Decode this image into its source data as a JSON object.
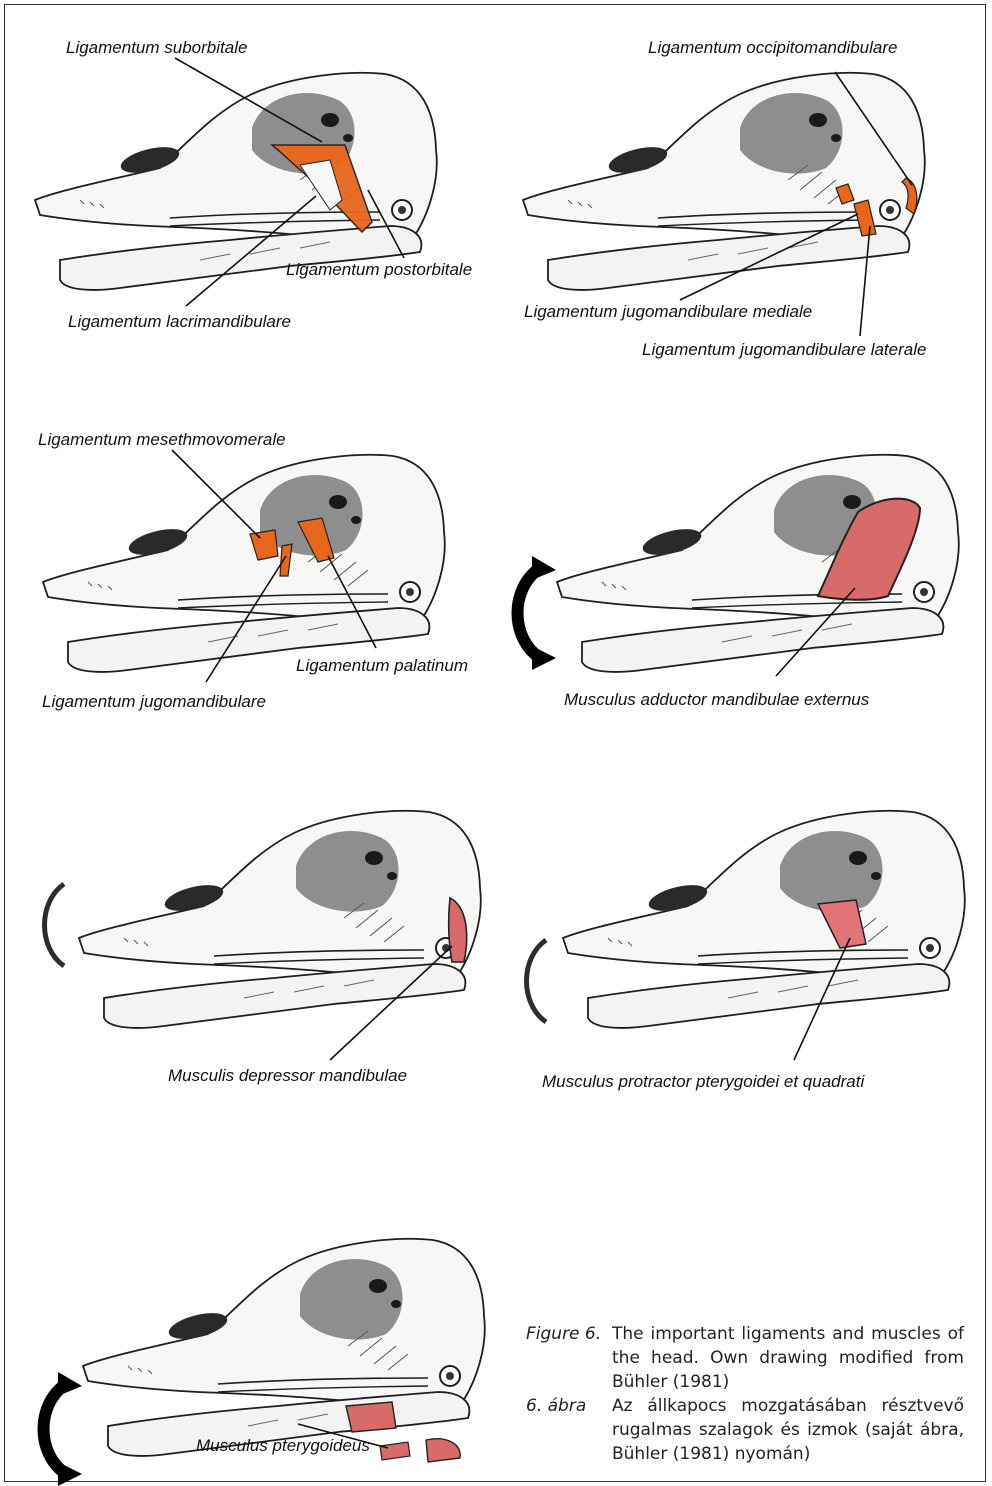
{
  "labels": {
    "suborbitale": "Ligamentum suborbitale",
    "postorbitale": "Ligamentum postorbitale",
    "lacrimandibulare": "Ligamentum lacrimandibulare",
    "occipitomandibulare": "Ligamentum occipitomandibulare",
    "jugomandibulare_mediale": "Ligamentum jugomandibulare mediale",
    "jugomandibulare_laterale": "Ligamentum jugomandibulare laterale",
    "mesethmovomerale": "Ligamentum mesethmovomerale",
    "palatinum": "Ligamentum palatinum",
    "jugomandibulare": "Ligamentum jugomandibulare",
    "adductor": "Musculus adductor mandibulae externus",
    "depressor": "Musculis depressor mandibulae",
    "protractor": "Musculus protractor pterygoidei et quadrati",
    "pterygoideus": "Musculus pterygoideus"
  },
  "caption": {
    "en_key": "Figure 6.",
    "en_text": "The important ligaments and muscles of the head. Own drawing modified from Bühler (1981)",
    "hu_key": "6. ábra",
    "hu_text": "Az állkapocs mozgatásában résztvevő rugalmas szalagok és izmok (saját ábra, Bühler (1981) nyomán)"
  },
  "colors": {
    "ligament": "#e8661c",
    "muscle": "#d96a6a",
    "outline": "#1e1e1e"
  }
}
